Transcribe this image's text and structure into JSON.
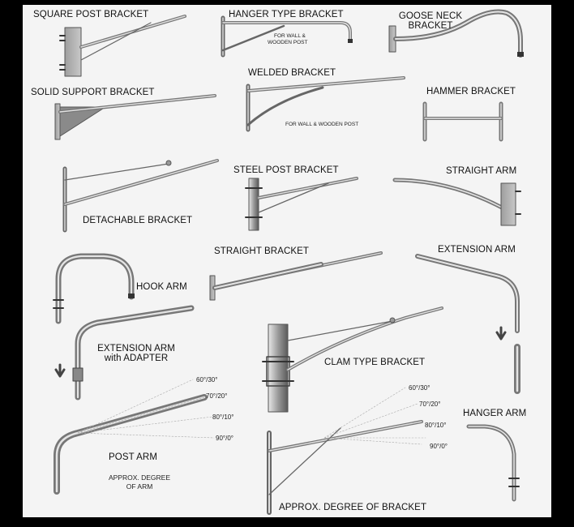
{
  "labels": {
    "square_post": "SQUARE POST BRACKET",
    "hanger_type": "HANGER TYPE BRACKET",
    "wall_note_1": "FOR WALL &",
    "wall_note_2": "WOODEN POST",
    "goose_neck_1": "GOOSE NECK",
    "goose_neck_2": "BRACKET",
    "solid_support": "SOLID SUPPORT BRACKET",
    "welded": "WELDED BRACKET",
    "welded_note": "FOR WALL & WOODEN POST",
    "hammer": "HAMMER BRACKET",
    "detachable": "DETACHABLE BRACKET",
    "steel_post": "STEEL POST BRACKET",
    "straight_arm": "STRAIGHT ARM",
    "hook_arm": "HOOK ARM",
    "straight_bracket": "STRAIGHT BRACKET",
    "extension_arm": "EXTENSION ARM",
    "extension_adapter_1": "EXTENSION ARM",
    "extension_adapter_2": "with ADAPTER",
    "clam_type": "CLAM TYPE BRACKET",
    "post_arm": "POST ARM",
    "approx_degree_1": "APPROX. DEGREE",
    "approx_degree_2": "OF ARM",
    "degree_bracket": "APPROX. DEGREE OF BRACKET",
    "hanger_arm": "HANGER ARM"
  },
  "angles": {
    "a60": "60°/30°",
    "a70": "70°/20°",
    "a80": "80°/10°",
    "a90": "90°/0°"
  }
}
